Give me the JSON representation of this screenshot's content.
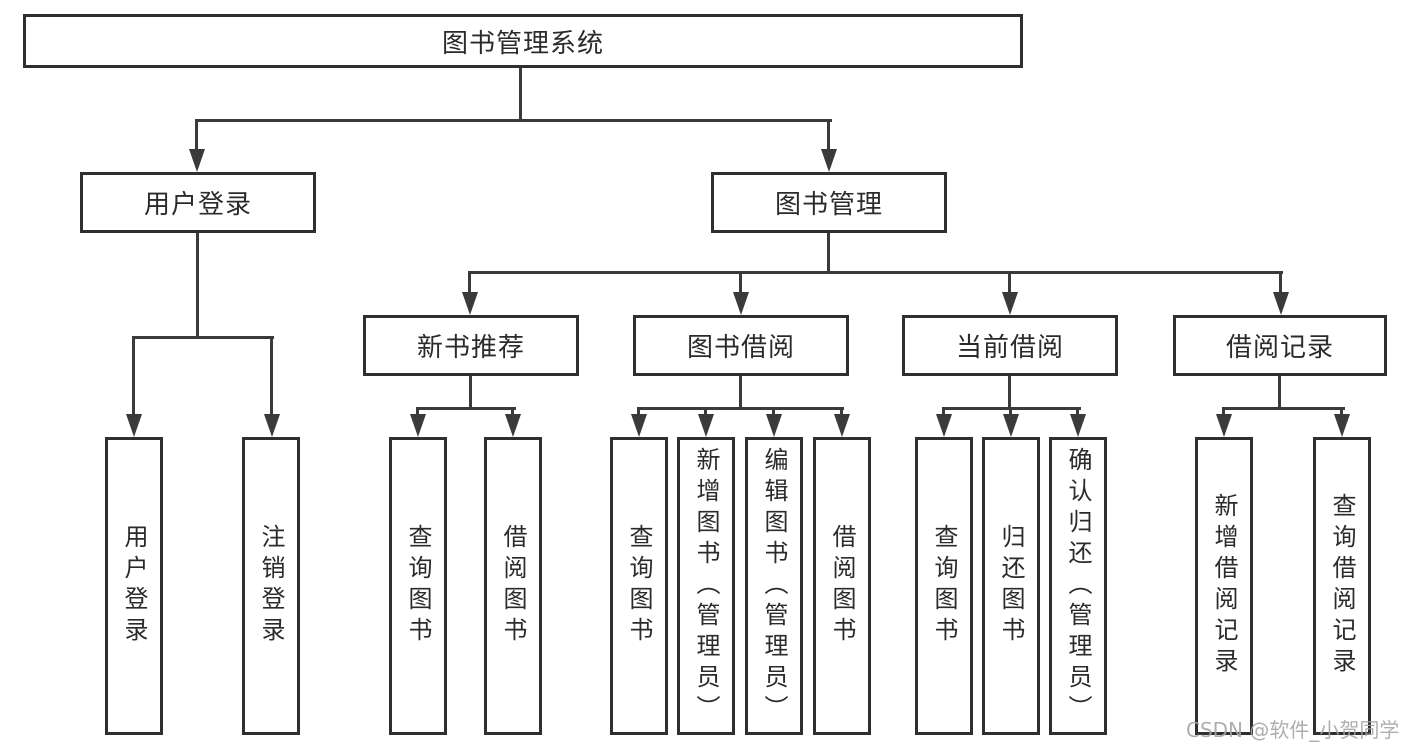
{
  "diagram": {
    "root": {
      "label": "图书管理系统"
    },
    "level2": {
      "user_login": {
        "label": "用户登录"
      },
      "book_mgmt": {
        "label": "图书管理"
      }
    },
    "level3": {
      "new_book_recommend": {
        "label": "新书推荐"
      },
      "book_borrow": {
        "label": "图书借阅"
      },
      "current_borrow": {
        "label": "当前借阅"
      },
      "borrow_records": {
        "label": "借阅记录"
      }
    },
    "leaves": [
      "用户登录",
      "注销登录",
      "查询图书",
      "借阅图书",
      "查询图书",
      "新增图书（管理员）",
      "编辑图书（管理员）",
      "借阅图书",
      "查询图书",
      "归还图书",
      "确认归还（管理员）",
      "新增借阅记录",
      "查询借阅记录"
    ]
  },
  "watermark": "CSDN @软件_小贺同学",
  "colors": {
    "line": "#3a3a3a",
    "box_border": "#2f2f2f",
    "text": "#2b2b2b",
    "background": "#ffffff",
    "watermark": "#a6a6a6"
  }
}
